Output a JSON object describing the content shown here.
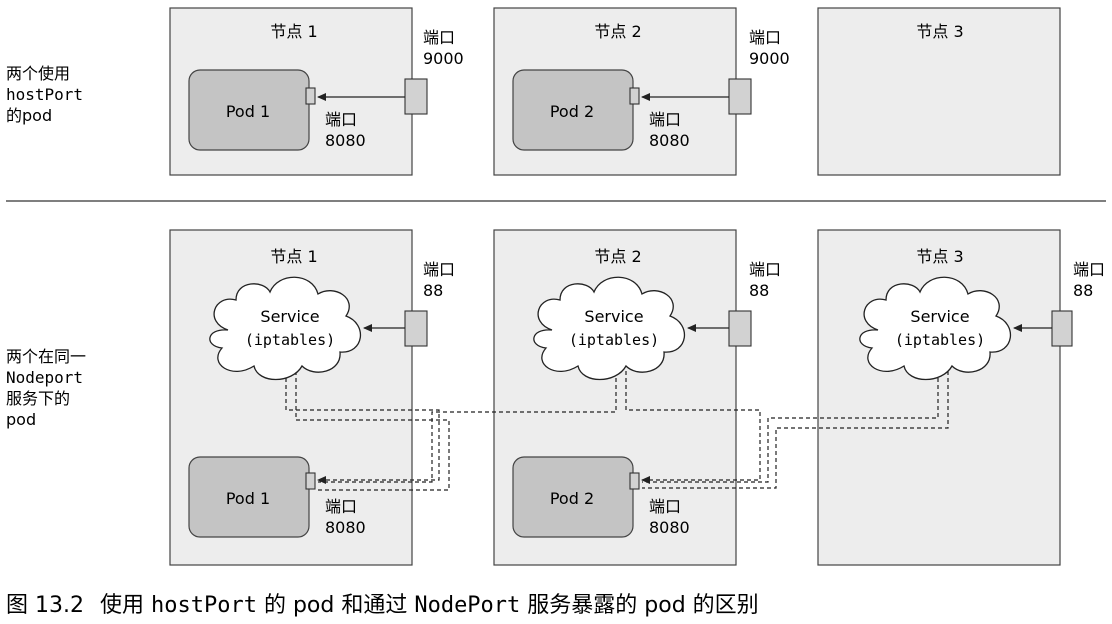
{
  "top_section": {
    "side_label": [
      "两个使用",
      "hostPort",
      "的pod"
    ],
    "nodes": [
      {
        "title": "节点  1",
        "port_label": "端口",
        "port_value": "9000",
        "pod": "Pod 1",
        "pod_port_label": "端口",
        "pod_port_value": "8080"
      },
      {
        "title": "节点  2",
        "port_label": "端口",
        "port_value": "9000",
        "pod": "Pod 2",
        "pod_port_label": "端口",
        "pod_port_value": "8080"
      },
      {
        "title": "节点  3"
      }
    ]
  },
  "bottom_section": {
    "side_label": [
      "两个在同一",
      "Nodeport",
      "服务下的",
      "pod"
    ],
    "nodes": [
      {
        "title": "节点  1",
        "port_label": "端口",
        "port_value": "88",
        "service_name": "Service",
        "service_impl": "(iptables)",
        "pod": "Pod 1",
        "pod_port_label": "端口",
        "pod_port_value": "8080"
      },
      {
        "title": "节点  2",
        "port_label": "端口",
        "port_value": "88",
        "service_name": "Service",
        "service_impl": "(iptables)",
        "pod": "Pod 2",
        "pod_port_label": "端口",
        "pod_port_value": "8080"
      },
      {
        "title": "节点  3",
        "port_label": "端口",
        "port_value": "88",
        "service_name": "Service",
        "service_impl": "(iptables)"
      }
    ]
  },
  "caption": {
    "figure_no": "图 13.2",
    "parts": [
      "使用 ",
      "hostPort",
      " 的 pod 和通过 ",
      "NodePort",
      " 服务暴露的 pod 的区别"
    ]
  },
  "colors": {
    "node_fill": "#ededed",
    "pod_fill": "#c4c4c4",
    "port_fill": "#d2d2d2"
  }
}
